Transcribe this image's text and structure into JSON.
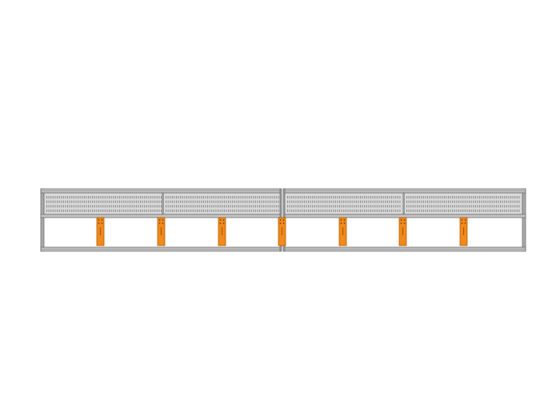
{
  "drawing": {
    "panel_count": 4,
    "bracket_count": 7,
    "perforation_rows": 4
  },
  "colors": {
    "background": "#ffffff",
    "frame_outline": "#6f6f6f",
    "frame_fill": "#a9a9a9",
    "rail_fill": "#c4c4c4",
    "perforated_fill": "#dadada",
    "perforation_hole": "#8c8c8c",
    "bracket_fill": "#f08a1c",
    "bracket_edge": "#b55d05",
    "bracket_hole": "#7a3f06"
  }
}
